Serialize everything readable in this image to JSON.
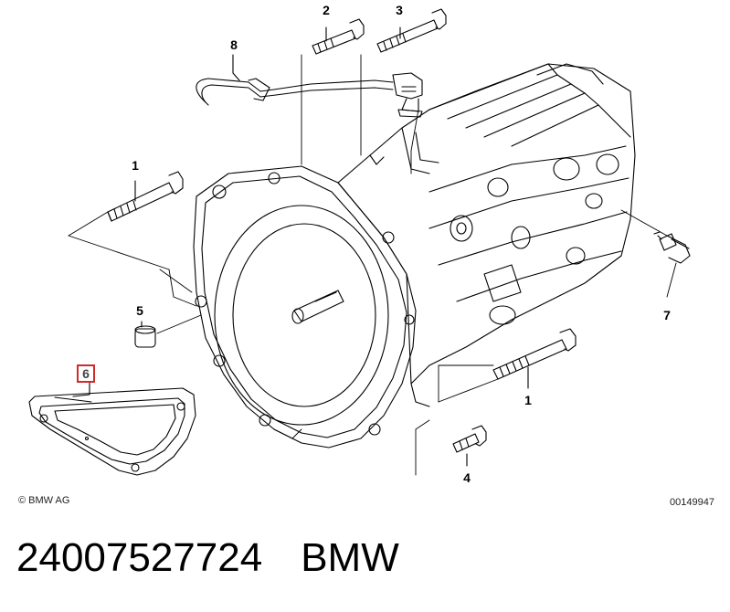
{
  "callouts": {
    "c1_top": "1",
    "c1_bottom": "1",
    "c2": "2",
    "c3": "3",
    "c4": "4",
    "c5": "5",
    "c6": "6",
    "c7": "7",
    "c8": "8"
  },
  "copyright": "© BMW AG",
  "diagram_code": "00149947",
  "part_number": "24007527724",
  "brand": "BMW",
  "colors": {
    "highlight_box": "#d12a2a",
    "line": "#000000"
  }
}
